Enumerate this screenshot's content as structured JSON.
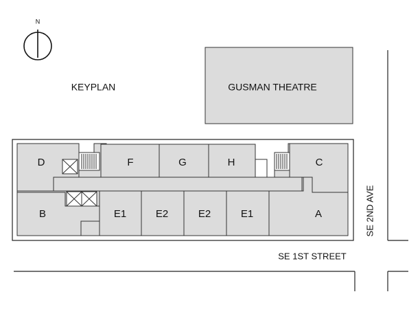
{
  "compass": {
    "north_label": "N"
  },
  "keyplan_label": "KEYPLAN",
  "theatre_label": "GUSMAN THEATRE",
  "streets": {
    "south": "SE 1ST  STREET",
    "east": "SE 2ND AVE"
  },
  "units": {
    "D": "D",
    "F": "F",
    "G": "G",
    "H": "H",
    "C": "C",
    "B": "B",
    "E1_left": "E1",
    "E2_left": "E2",
    "E2_right": "E2",
    "E1_right": "E1",
    "A": "A"
  },
  "colors": {
    "unit_fill": "#dcdcdc",
    "stroke": "#333333",
    "background": "#ffffff"
  }
}
